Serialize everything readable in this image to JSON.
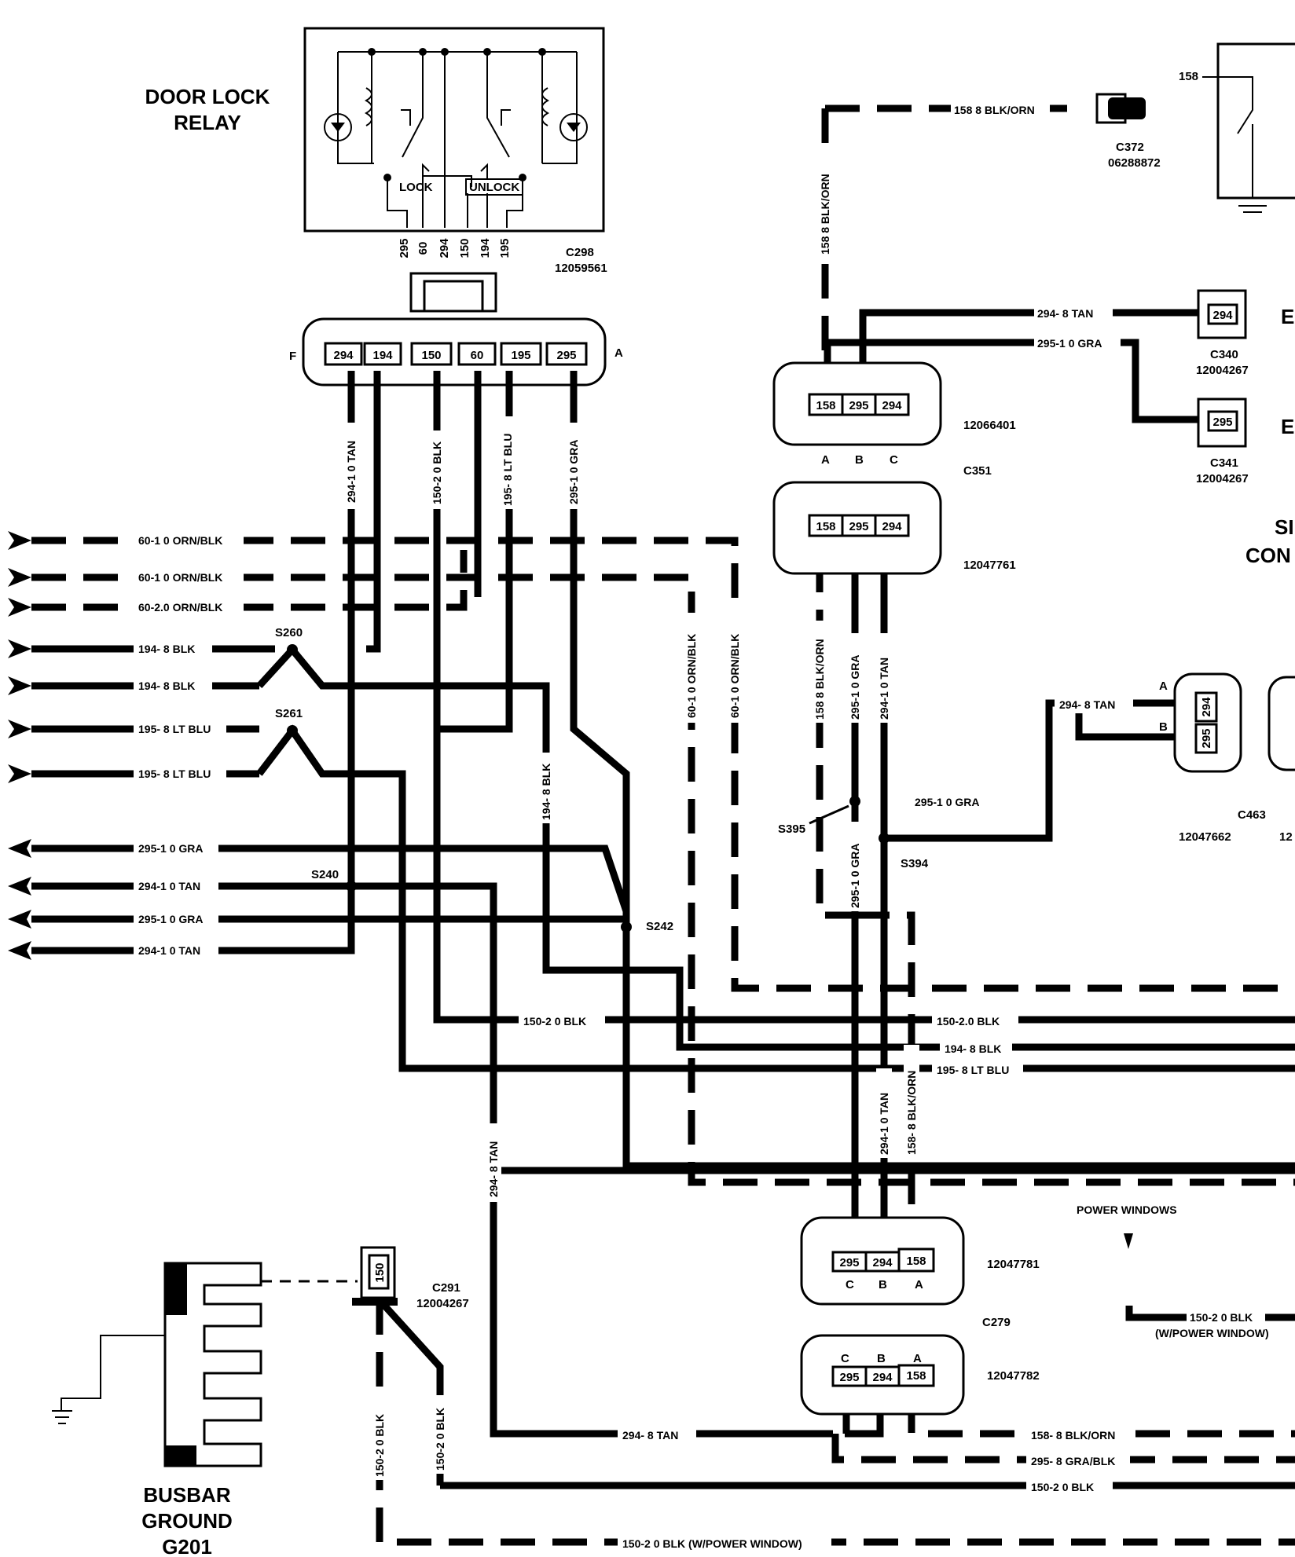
{
  "relay": {
    "title_line1": "DOOR LOCK",
    "title_line2": "RELAY",
    "lock": "LOCK",
    "unlock": "UNLOCK",
    "pin_numbers": [
      "295",
      "60",
      "294",
      "150",
      "194",
      "195"
    ]
  },
  "c298": {
    "id": "C298",
    "part": "12059561",
    "end_left": "F",
    "end_right": "A",
    "cavities": [
      "294",
      "194",
      "150",
      "60",
      "195",
      "295"
    ]
  },
  "c351": {
    "id": "C351",
    "part_upper": "12066401",
    "part_lower": "12047761",
    "upper": [
      "158",
      "295",
      "294"
    ],
    "lower": [
      "158",
      "295",
      "294"
    ],
    "letters": [
      "A",
      "B",
      "C"
    ]
  },
  "c372": {
    "id": "C372",
    "part": "06288872"
  },
  "c340": {
    "id": "C340",
    "part": "12004267",
    "cavity": "294"
  },
  "c341": {
    "id": "C341",
    "part": "12004267",
    "cavity": "295"
  },
  "c463": {
    "id": "C463",
    "part": "12047662",
    "pins": [
      "294",
      "295"
    ],
    "pin_letters": [
      "A",
      "B"
    ],
    "part_partial": "12"
  },
  "c279": {
    "id": "C279",
    "part_upper": "12047781",
    "part_lower": "12047782",
    "upper": [
      "295",
      "294",
      "158"
    ],
    "lower": [
      "295",
      "294",
      "158"
    ],
    "letters": [
      "C",
      "B",
      "A"
    ]
  },
  "c291": {
    "id": "C291",
    "part": "12004267",
    "cavity": "150"
  },
  "busbar": {
    "line1": "BUSBAR",
    "line2": "GROUND",
    "line3": "G201"
  },
  "splices": {
    "s260": "S260",
    "s261": "S261",
    "s240": "S240",
    "s242": "S242",
    "s395": "S395",
    "s394": "S394"
  },
  "right_edge": {
    "b1": "E",
    "b2": "E",
    "s_partial": "SI",
    "con_partial": "CON",
    "relay_pin": "158"
  },
  "left_wires": [
    "60-1 0 ORN/BLK",
    "60-1 0 ORN/BLK",
    "60-2.0 ORN/BLK",
    "194- 8 BLK",
    "194- 8 BLK",
    "195- 8 LT BLU",
    "195- 8 LT BLU",
    "295-1 0 GRA",
    "294-1 0 TAN",
    "295-1 0 GRA",
    "294-1 0 TAN"
  ],
  "vertical_wires": {
    "w294": "294-1 0 TAN",
    "w150": "150-2 0 BLK",
    "w195": "195- 8 LT BLU",
    "w295": "295-1 0 GRA",
    "w194": "194- 8 BLK",
    "w60a": "60-1 0 ORN/BLK",
    "w60b": "60-1 0 ORN/BLK",
    "w158": "158 8 BLK/ORN",
    "w158b": "158 8 BLK/ORN",
    "w295b": "295-1 0 GRA",
    "w294b": "294-1 0 TAN",
    "w295c": "295-1 0 GRA",
    "w294c": "294-1 0 TAN",
    "w158c": "158- 8 BLK/ORN",
    "w294d": "294- 8 TAN",
    "w150a": "150-2 0 BLK",
    "w150b": "150-2 0 BLK"
  },
  "horizontal_wires": {
    "h158top": "158 8 BLK/ORN",
    "h294tan": "294- 8 TAN",
    "h295gra": "295-1 0 GRA",
    "h294c463": "294- 8 TAN",
    "h295s394": "295-1 0 GRA",
    "h150a": "150-2 0 BLK",
    "h150b": "150-2.0 BLK",
    "h194": "194- 8 BLK",
    "h195": "195- 8 LT BLU",
    "power_windows": "POWER WINDOWS",
    "h150pw": "150-2 0 BLK",
    "pw_note": "(W/POWER WINDOW)",
    "h294bot": "294- 8 TAN",
    "h158bot": "158- 8 BLK/ORN",
    "h295bot": "295- 8 GRA/BLK",
    "h150bot": "150-2 0 BLK",
    "h150botpw": "150-2 0 BLK (W/POWER WINDOW)"
  }
}
